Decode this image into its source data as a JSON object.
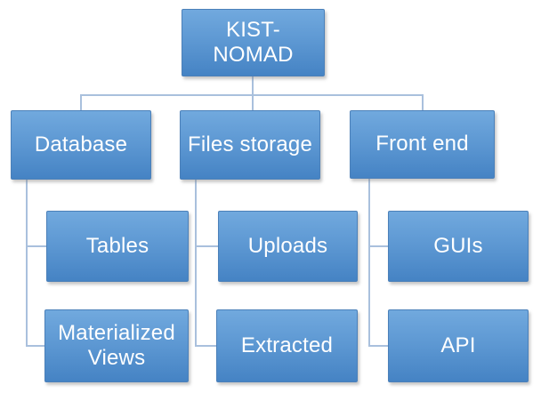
{
  "diagram": {
    "type": "org-chart",
    "root_label": "KIST-NOMAD"
  },
  "nodes": {
    "root": {
      "label": "KIST-\nNOMAD"
    },
    "database": {
      "label": "Database"
    },
    "files_storage": {
      "label": "Files storage"
    },
    "front_end": {
      "label": "Front end"
    },
    "tables": {
      "label": "Tables"
    },
    "materialized_views": {
      "label": "Materialized\nViews"
    },
    "uploads": {
      "label": "Uploads"
    },
    "extracted": {
      "label": "Extracted"
    },
    "guis": {
      "label": "GUIs"
    },
    "api": {
      "label": "API"
    }
  },
  "hierarchy": [
    {
      "parent": "KIST-NOMAD",
      "children": [
        "Database",
        "Files storage",
        "Front end"
      ]
    },
    {
      "parent": "Database",
      "children": [
        "Tables",
        "Materialized Views"
      ]
    },
    {
      "parent": "Files storage",
      "children": [
        "Uploads",
        "Extracted"
      ]
    },
    {
      "parent": "Front end",
      "children": [
        "GUIs",
        "API"
      ]
    }
  ],
  "colors": {
    "node_fill_top": "#71A9DE",
    "node_fill_bottom": "#4583C4",
    "node_border": "#4B80B9",
    "node_text": "#FFFFFF",
    "connector": "#A9C0DD",
    "background": "#FFFFFF"
  }
}
